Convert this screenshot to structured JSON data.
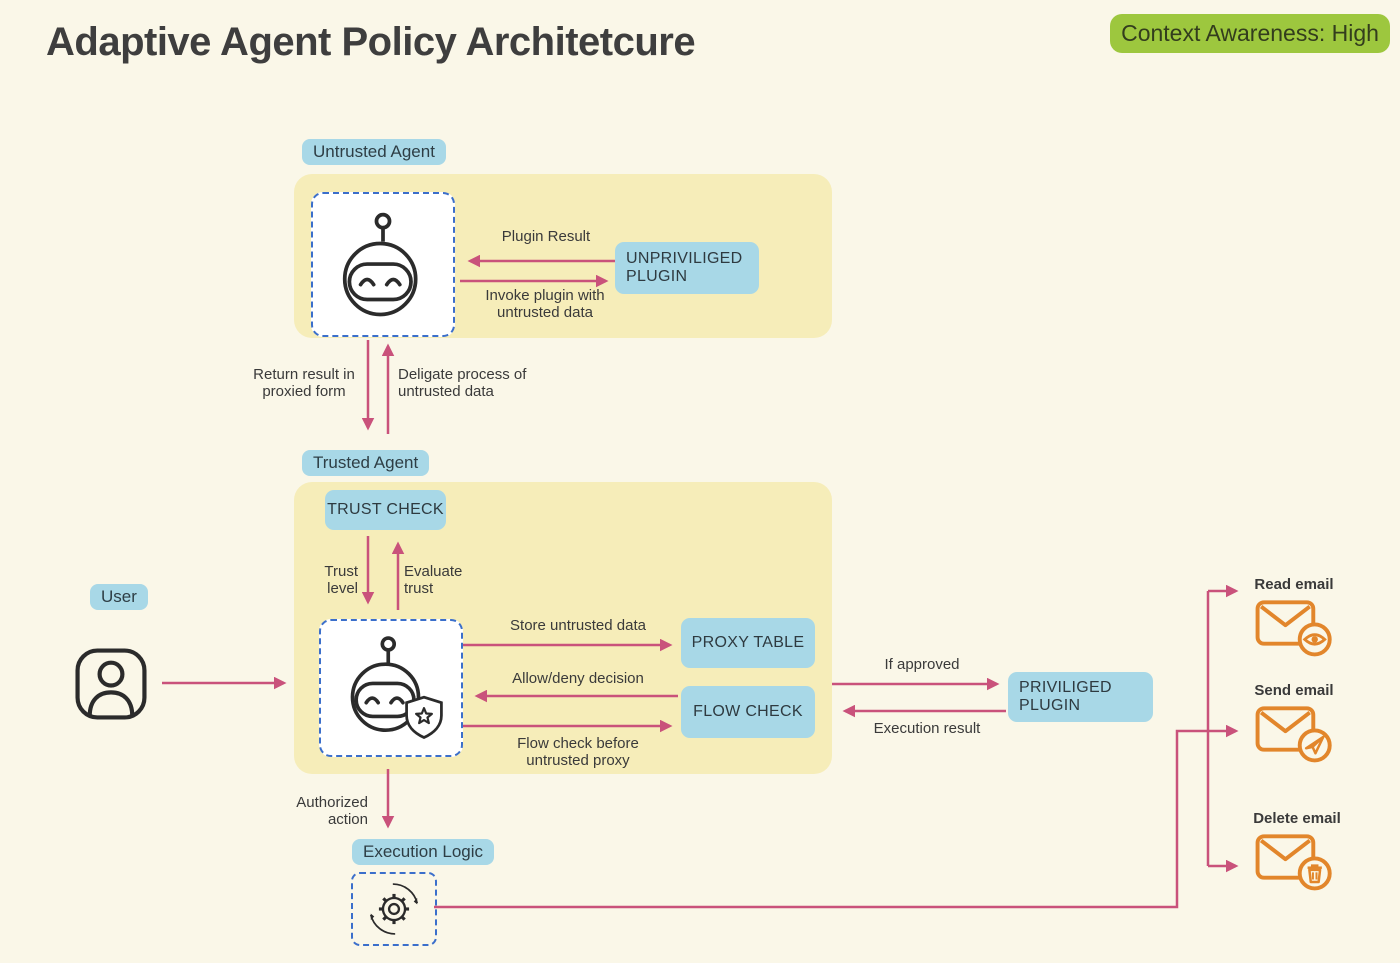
{
  "header": {
    "title": "Adaptive Agent Policy Architetcure",
    "context_badge": "Context Awareness: High"
  },
  "untrusted_agent": {
    "tag": "Untrusted Agent",
    "plugin_box": "UNPRIVILIGED\nPLUGIN",
    "arrow_plugin_result": "Plugin Result",
    "arrow_invoke": "Invoke plugin with\nuntrusted data"
  },
  "link": {
    "return_label": "Return result in\nproxied form",
    "delegate_label": "Deligate process of\nuntrusted data"
  },
  "trusted_agent": {
    "tag": "Trusted Agent",
    "trust_check_box": "TRUST CHECK",
    "trust_level_label": "Trust\nlevel",
    "evaluate_trust_label": "Evaluate\ntrust",
    "proxy_table_box": "PROXY TABLE",
    "flow_check_box": "FLOW CHECK",
    "store_label": "Store untrusted data",
    "allow_deny_label": "Allow/deny decision",
    "flow_check_label": "Flow check before\nuntrusted proxy"
  },
  "user": {
    "tag": "User"
  },
  "privileged": {
    "box": "PRIVILIGED\nPLUGIN",
    "if_approved_label": "If approved",
    "execution_result_label": "Execution result"
  },
  "execution": {
    "authorized_label": "Authorized\naction",
    "tag": "Execution Logic"
  },
  "emails": [
    {
      "label": "Read email"
    },
    {
      "label": "Send email"
    },
    {
      "label": "Delete email"
    }
  ],
  "icons": {
    "untrusted_robot": "robot-icon",
    "trusted_robot": "robot-shield-icon",
    "user": "person-icon",
    "execution": "gear-cycle-icon",
    "read": "envelope-eye-icon",
    "send": "envelope-send-icon",
    "delete": "envelope-trash-icon"
  },
  "colors": {
    "page-bg": "#FAF7E8",
    "panel-yellow": "#F6EDB9",
    "chip-blue": "#A8D8E7",
    "arrow-pink": "#C9527B",
    "dash-blue": "#3B6FCB",
    "icon-orange": "#E2862B",
    "badge-green": "#9DC73E",
    "ink": "#3A3A3A"
  }
}
